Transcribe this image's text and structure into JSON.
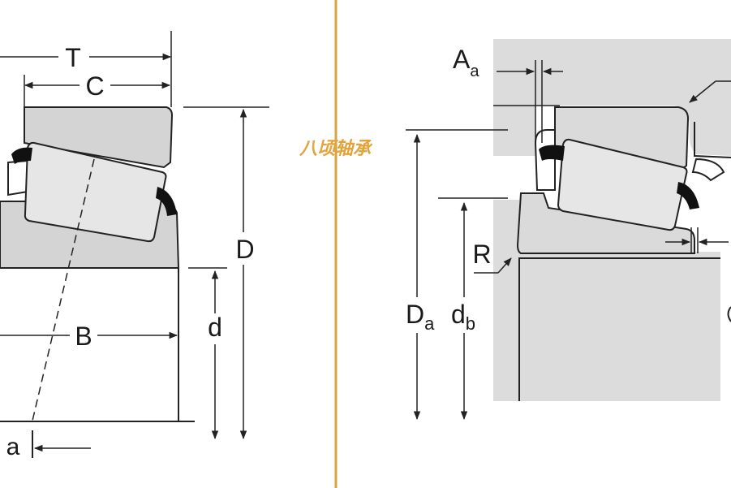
{
  "colors": {
    "background": "#ffffff",
    "part_fill": "#d4d4d4",
    "housing_fill": "#dcdcdc",
    "outline": "#222222",
    "seal": "#111111",
    "divider": "#d9a441",
    "watermark": "#e3a33a"
  },
  "left_diagram": {
    "labels": {
      "T": "T",
      "C": "C",
      "D": "D",
      "d": "d",
      "B": "B",
      "a": "a"
    }
  },
  "watermark": {
    "text": "八顷轴承"
  },
  "right_diagram": {
    "labels": {
      "Aa_main": "A",
      "Aa_sub": "a",
      "R": "R",
      "Da_main": "D",
      "Da_sub": "a",
      "db_main": "d",
      "db_sub": "b"
    }
  }
}
